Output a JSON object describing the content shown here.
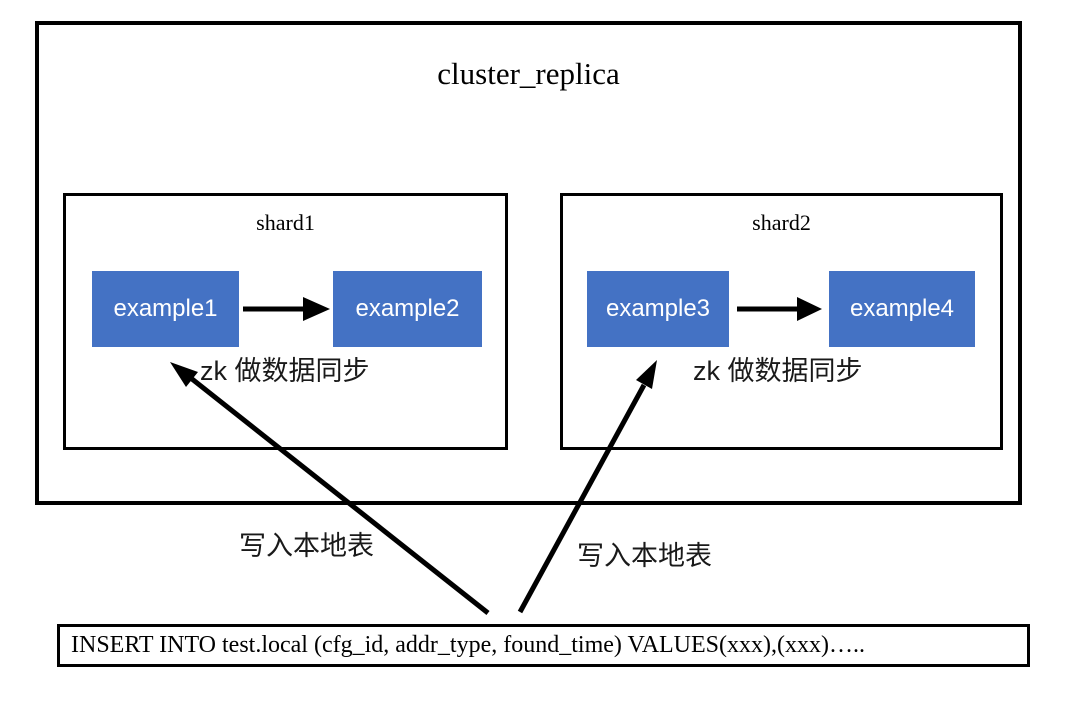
{
  "diagram": {
    "title": "cluster_replica",
    "shards": [
      {
        "label": "shard1",
        "sync_label": "zk 做数据同步",
        "nodes": [
          {
            "label": "example1"
          },
          {
            "label": "example2"
          }
        ]
      },
      {
        "label": "shard2",
        "sync_label": "zk 做数据同步",
        "nodes": [
          {
            "label": "example3"
          },
          {
            "label": "example4"
          }
        ]
      }
    ],
    "write_arrow_labels": [
      {
        "label": "写入本地表"
      },
      {
        "label": "写入本地表"
      }
    ],
    "insert_box": {
      "sql": "INSERT INTO test.local (cfg_id, addr_type, found_time) VALUES(xxx),(xxx)….."
    },
    "colors": {
      "node_fill": "#4472C4",
      "node_text": "#FFFFFF",
      "line": "#000000",
      "background": "#FFFFFF"
    }
  }
}
